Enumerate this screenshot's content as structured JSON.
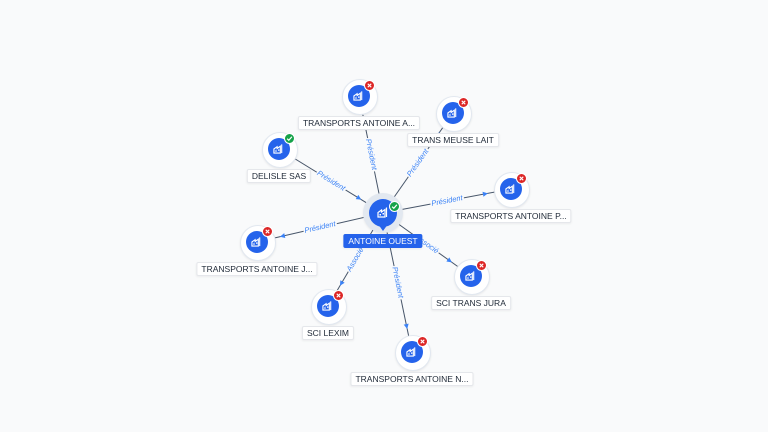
{
  "colors": {
    "node": "#2563eb",
    "ok": "#16a34a",
    "closed": "#dc2626",
    "edge_label": "#3b82f6",
    "edge": "#475569"
  },
  "center": {
    "label": "ANTOINE OUEST",
    "status": "active",
    "icon": "building-icon"
  },
  "nodes": [
    {
      "id": "ta_top",
      "label": "TRANSPORTS ANTOINE A...",
      "status": "closed",
      "icon": "building-icon"
    },
    {
      "id": "tml",
      "label": "TRANS MEUSE LAIT",
      "status": "closed",
      "icon": "building-icon"
    },
    {
      "id": "delisle",
      "label": "DELISLE SAS",
      "status": "active",
      "icon": "building-icon"
    },
    {
      "id": "tap",
      "label": "TRANSPORTS ANTOINE P...",
      "status": "closed",
      "icon": "building-icon"
    },
    {
      "id": "taj",
      "label": "TRANSPORTS ANTOINE J...",
      "status": "closed",
      "icon": "building-icon"
    },
    {
      "id": "jura",
      "label": "SCI TRANS JURA",
      "status": "closed",
      "icon": "building-icon"
    },
    {
      "id": "lexim",
      "label": "SCI LEXIM",
      "status": "closed",
      "icon": "building-icon"
    },
    {
      "id": "tan",
      "label": "TRANSPORTS ANTOINE N...",
      "status": "closed",
      "icon": "building-icon"
    }
  ],
  "edges": [
    {
      "to": "ta_top",
      "label": "Président",
      "dir": "out"
    },
    {
      "to": "tml",
      "label": "Président",
      "dir": "out"
    },
    {
      "to": "delisle",
      "label": "Président",
      "dir": "in"
    },
    {
      "to": "tap",
      "label": "Président",
      "dir": "out"
    },
    {
      "to": "taj",
      "label": "Président",
      "dir": "out"
    },
    {
      "to": "jura",
      "label": "Associé",
      "dir": "out"
    },
    {
      "to": "lexim",
      "label": "Associé",
      "dir": "out"
    },
    {
      "to": "tan",
      "label": "Président",
      "dir": "out"
    }
  ]
}
